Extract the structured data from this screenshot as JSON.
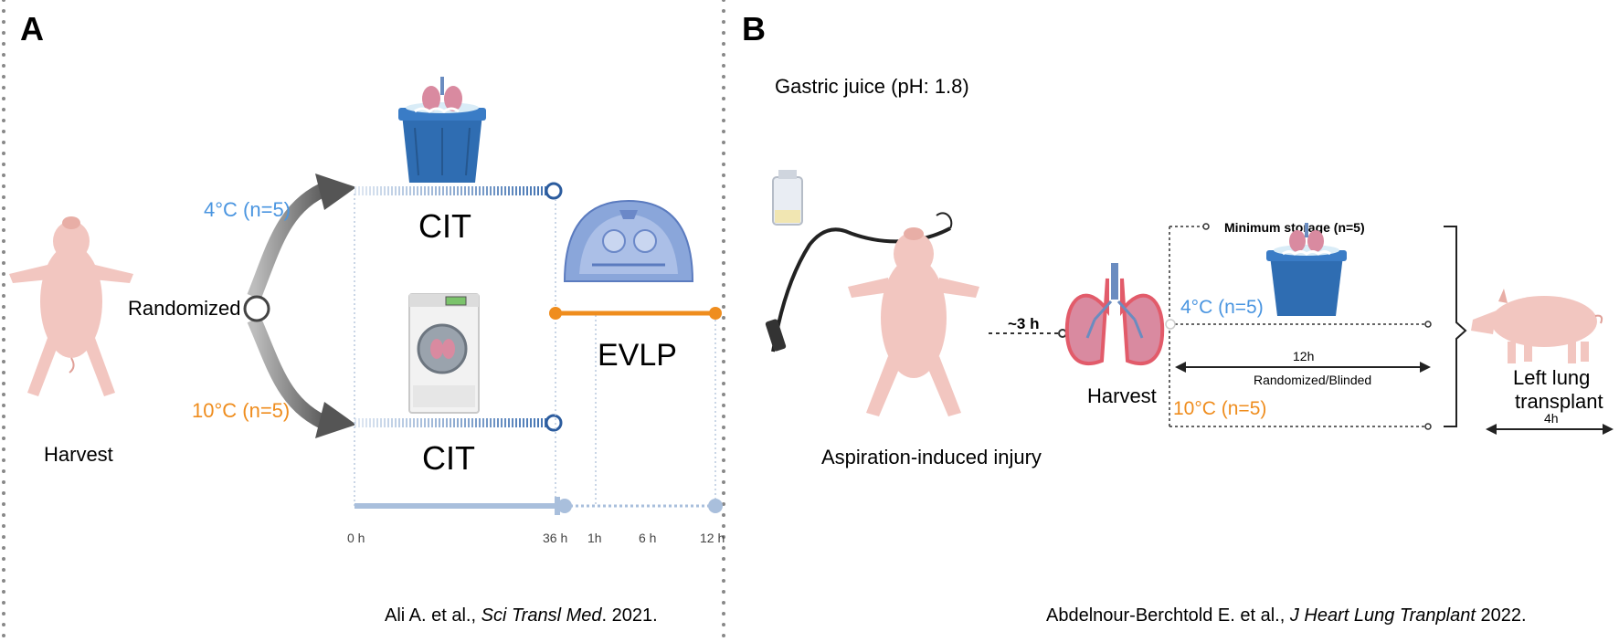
{
  "panelA": {
    "letter": "A",
    "harvest": "Harvest",
    "randomized": "Randomized",
    "group_4c": "4°C (n=5)",
    "group_10c": "10°C (n=5)",
    "cit_top": "CIT",
    "cit_bottom": "CIT",
    "evlp": "EVLP",
    "timeline_ticks": [
      "0 h",
      "36 h",
      "1h",
      "6 h",
      "12 h"
    ],
    "citation_authors": "Ali A. et al., ",
    "citation_journal": "Sci Transl Med",
    "citation_year": ". 2021."
  },
  "panelB": {
    "letter": "B",
    "gastric": "Gastric juice (pH: 1.8)",
    "injury": "Aspiration-induced injury",
    "delay": "~3 h",
    "harvest": "Harvest",
    "min_storage": "Minimum storage (n=5)",
    "group_4c": "4°C (n=5)",
    "group_10c": "10°C (n=5)",
    "duration": "12h",
    "randomized": "Randomized/Blinded",
    "transplant_line1": "Left lung",
    "transplant_line2": "transplant",
    "transplant_duration": "4h",
    "citation_authors": "Abdelnour-Berchtold E. et al., ",
    "citation_journal": "J Heart Lung Tranplant",
    "citation_year": " 2022."
  },
  "colors": {
    "blue": "#4a95e0",
    "orange": "#ef8d1e",
    "pig": "#f2c6c0",
    "bucket": "#2f6db2",
    "timeline": "#a9bfdc",
    "arrow": "#555555"
  },
  "icons": [
    "pig-icon",
    "ice-bucket-icon",
    "refrigerator-icon",
    "evlp-dome-icon",
    "bottle-icon",
    "endoscope-icon",
    "lungs-icon",
    "standing-pig-icon"
  ]
}
